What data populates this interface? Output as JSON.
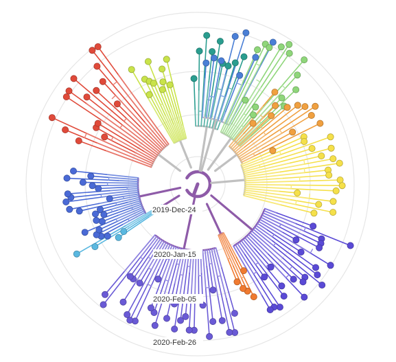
{
  "chart_data": {
    "type": "radial-phylogenetic-tree",
    "time_rings": [
      "2019-Dec-24",
      "2020-Jan-15",
      "2020-Feb-05",
      "2020-Feb-26"
    ],
    "colors": {
      "ring": "#e6e6e6",
      "root_branch": "#8e5ba8",
      "stem_branch": "#c0c0c0"
    },
    "clades": [
      {
        "name": "",
        "color": "#2a9d8f",
        "angle_start": -92,
        "angle_end": -70,
        "tips": 9
      },
      {
        "name": "",
        "color": "#c9e34a",
        "angle_start": -120,
        "angle_end": -104,
        "tips": 11
      },
      {
        "name": "",
        "color": "#e04a3a",
        "angle_start": -160,
        "angle_end": -126,
        "tips": 16
      },
      {
        "name": "",
        "color": "#4a7fd6",
        "angle_start": -86,
        "angle_end": -62,
        "tips": 8
      },
      {
        "name": "",
        "color": "#8fd67a",
        "angle_start": -66,
        "angle_end": -42,
        "tips": 14
      },
      {
        "name": "",
        "color": "#f0a040",
        "angle_start": -50,
        "angle_end": -24,
        "tips": 12
      },
      {
        "name": "",
        "color": "#f5e04a",
        "angle_start": -24,
        "angle_end": 14,
        "tips": 18
      },
      {
        "name": "",
        "color": "#5a4ad6",
        "angle_start": 20,
        "angle_end": 60,
        "tips": 22
      },
      {
        "name": "",
        "color": "#f07a30",
        "angle_start": 62,
        "angle_end": 68,
        "tips": 5
      },
      {
        "name": "",
        "color": "#6a5ad6",
        "angle_start": 74,
        "angle_end": 130,
        "tips": 30
      },
      {
        "name": "",
        "color": "#4a6ad6",
        "angle_start": 150,
        "angle_end": 186,
        "tips": 22
      },
      {
        "name": "",
        "color": "#5ab8e0",
        "angle_start": 146,
        "angle_end": 150,
        "tips": 4
      }
    ]
  }
}
